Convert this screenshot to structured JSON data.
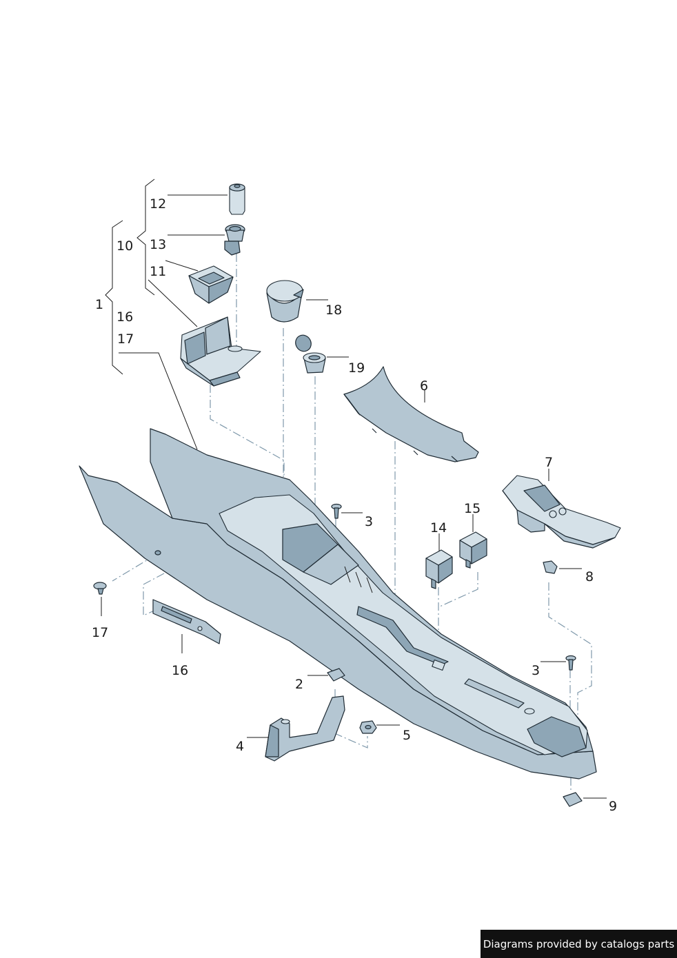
{
  "credit": "Diagrams provided by catalogs parts",
  "callouts": {
    "c1": "1",
    "c2": "2",
    "c3a": "3",
    "c3b": "3",
    "c4": "4",
    "c5": "5",
    "c6": "6",
    "c7": "7",
    "c8": "8",
    "c9": "9",
    "c10": "10",
    "c11": "11",
    "c12": "12",
    "c13": "13",
    "c14": "14",
    "c15": "15",
    "c16a": "16",
    "c16b": "16",
    "c17a": "17",
    "c17b": "17",
    "c18": "18",
    "c19": "19"
  },
  "colors": {
    "part_fill": "#b4c6d2",
    "outline": "#1e2a33",
    "dash_line": "#7e98aa",
    "credit_bg": "#111111"
  }
}
